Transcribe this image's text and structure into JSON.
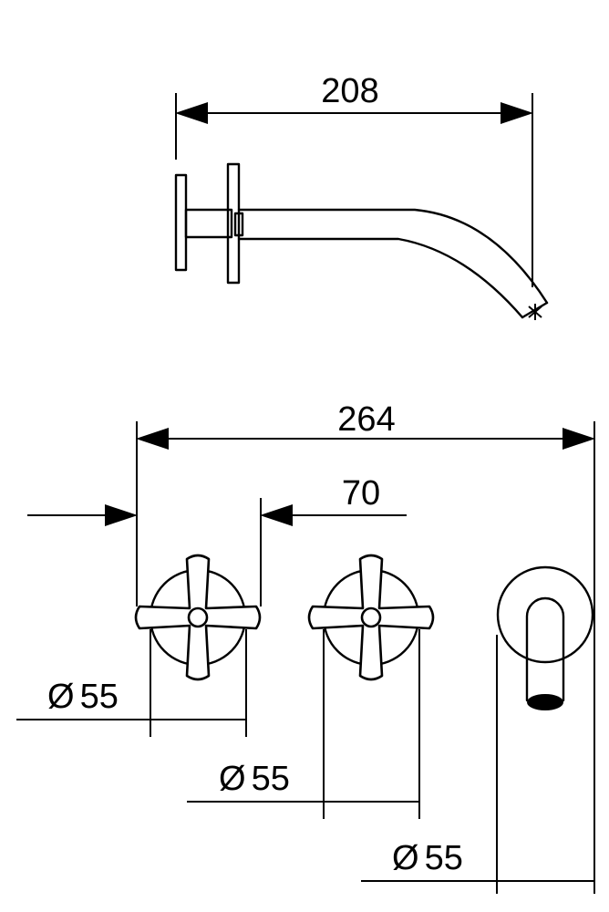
{
  "dimensions": {
    "spout_projection": "208",
    "total_width": "264",
    "handle_spacing": "70",
    "diameter_left": "55",
    "diameter_middle": "55",
    "diameter_right": "55"
  },
  "symbols": {
    "diameter": "Ø"
  },
  "colors": {
    "line": "#000000",
    "background": "#ffffff"
  }
}
